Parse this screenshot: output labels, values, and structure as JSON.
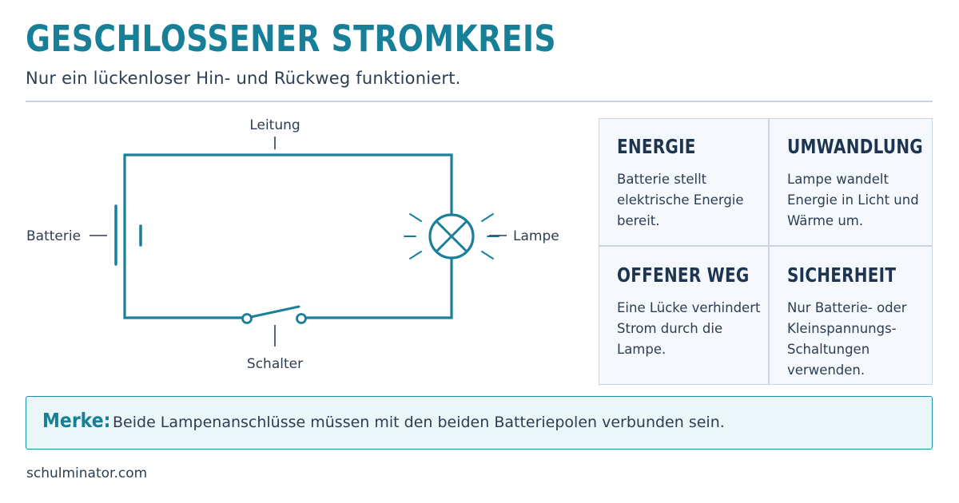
{
  "header": {
    "title": "GESCHLOSSENER STROMKREIS",
    "subtitle": "Nur ein lückenloser Hin- und Rückweg funktioniert."
  },
  "diagram": {
    "labels": {
      "wire": "Leitung",
      "battery": "Batterie",
      "lamp": "Lampe",
      "switch": "Schalter"
    },
    "colors": {
      "circuit": "#1a7f9a",
      "text": "#2d3d52"
    }
  },
  "cards": [
    {
      "title": "ENERGIE",
      "text": "Batterie stellt elektrische Energie bereit."
    },
    {
      "title": "UMWANDLUNG",
      "text": "Lampe wandelt Energie in Licht und Wärme um."
    },
    {
      "title": "OFFENER WEG",
      "text": "Eine Lücke verhindert Strom durch die Lampe."
    },
    {
      "title": "SICHERHEIT",
      "text": "Nur Batterie- oder Kleinspannungs-Schaltungen verwenden."
    }
  ],
  "note": {
    "label": "Merke:",
    "text": "Beide Lampenanschlüsse müssen mit den beiden Batteriepolen verbunden sein."
  },
  "footer": {
    "site": "schulminator.com"
  }
}
